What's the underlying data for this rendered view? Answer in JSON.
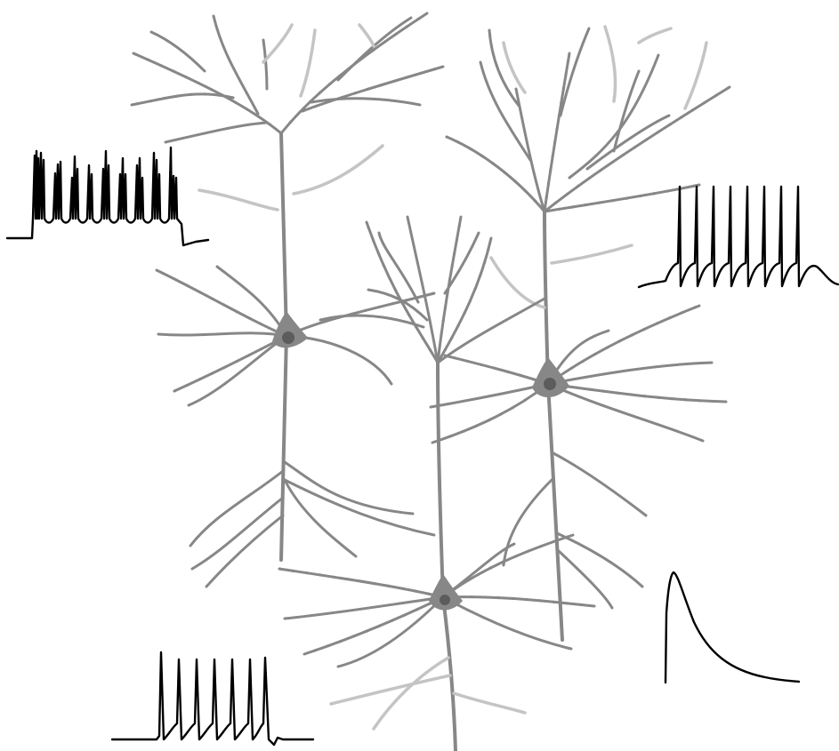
{
  "colors": {
    "background": "#ffffff",
    "neuron": "#878787",
    "neuron_faint": "#c4c4c4",
    "nucleus": "#5c5c5c",
    "trace": "#000000"
  },
  "figure": {
    "neurons": [
      "pyramidal-neuron-left",
      "pyramidal-neuron-right",
      "interneuron-middle"
    ],
    "traces": [
      "burst-firing-trace",
      "regular-spiking-trace",
      "fast-spiking-trace",
      "postsynaptic-potential-trace"
    ]
  }
}
